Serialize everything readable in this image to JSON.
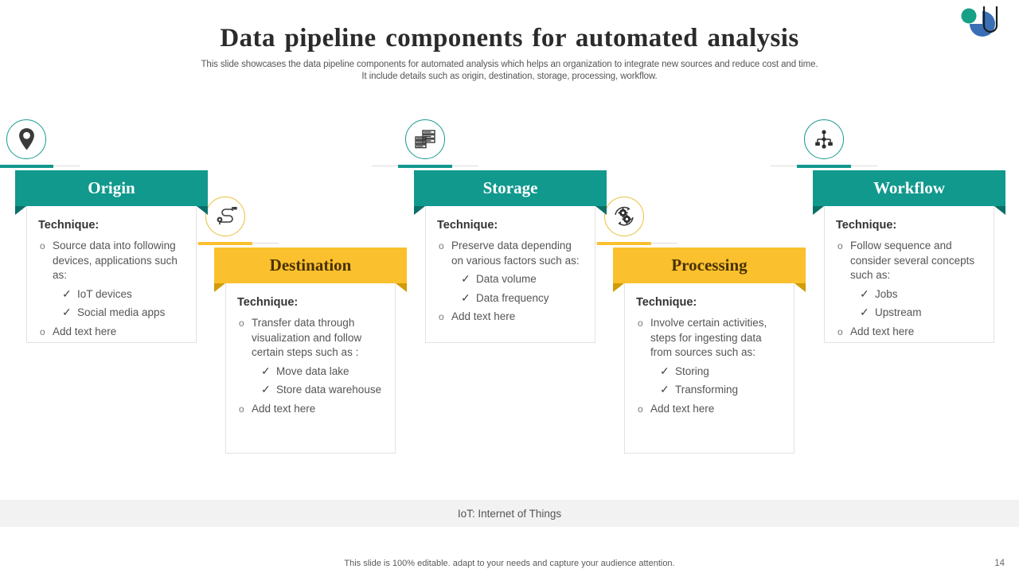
{
  "header": {
    "title": "Data pipeline components for automated analysis",
    "subtitle": "This slide showcases the data pipeline components for automated analysis which helps an organization to integrate new sources and reduce cost and time. It include details such as origin, destination, storage, processing, workflow."
  },
  "logo": {
    "name": "brand-logo",
    "teal": "#16a085",
    "blue": "#3a6fb5"
  },
  "theme": {
    "teal": "#11998e",
    "teal_dark": "#0b6f68",
    "amber": "#fbc02d",
    "amber_dark": "#d19c07",
    "amber_text": "#4a3205",
    "body_text": "#555555",
    "heading_text": "#333333"
  },
  "columns": [
    {
      "id": "origin",
      "title": "Origin",
      "color": "teal",
      "icon": "location-pin-icon",
      "technique_label": "Technique:",
      "items": [
        {
          "type": "main",
          "marker": "o",
          "text": "Source data into following devices, applications such as:"
        },
        {
          "type": "sub",
          "marker": "✓",
          "text": "IoT devices"
        },
        {
          "type": "sub",
          "marker": "✓",
          "text": "Social media apps"
        },
        {
          "type": "main",
          "marker": "o",
          "text": "Add text here"
        }
      ]
    },
    {
      "id": "destination",
      "title": "Destination",
      "color": "amber",
      "icon": "winding-path-flag-icon",
      "technique_label": "Technique:",
      "items": [
        {
          "type": "main",
          "marker": "o",
          "text": "Transfer data through visualization and follow certain steps such as :"
        },
        {
          "type": "sub",
          "marker": "✓",
          "text": "Move data lake"
        },
        {
          "type": "sub",
          "marker": "✓",
          "text": "Store data warehouse"
        },
        {
          "type": "main",
          "marker": "o",
          "text": "Add text here"
        }
      ]
    },
    {
      "id": "storage",
      "title": "Storage",
      "color": "teal",
      "icon": "database-stack-icon",
      "technique_label": "Technique:",
      "items": [
        {
          "type": "main",
          "marker": "o",
          "text": "Preserve data depending on various factors such as:"
        },
        {
          "type": "sub",
          "marker": "✓",
          "text": "Data volume"
        },
        {
          "type": "sub",
          "marker": "✓",
          "text": "Data frequency"
        },
        {
          "type": "main",
          "marker": "o",
          "text": "Add text here"
        }
      ]
    },
    {
      "id": "processing",
      "title": "Processing",
      "color": "amber",
      "icon": "gears-cycle-icon",
      "technique_label": "Technique:",
      "items": [
        {
          "type": "main",
          "marker": "o",
          "text": "Involve certain activities, steps for ingesting data from sources such as:"
        },
        {
          "type": "sub",
          "marker": "✓",
          "text": "Storing"
        },
        {
          "type": "sub",
          "marker": "✓",
          "text": "Transforming"
        },
        {
          "type": "main",
          "marker": "o",
          "text": "Add text here"
        }
      ]
    },
    {
      "id": "workflow",
      "title": "Workflow",
      "color": "teal",
      "icon": "node-hierarchy-icon",
      "technique_label": "Technique:",
      "items": [
        {
          "type": "main",
          "marker": "o",
          "text": "Follow sequence and consider several concepts such as:"
        },
        {
          "type": "sub",
          "marker": "✓",
          "text": "Jobs"
        },
        {
          "type": "sub",
          "marker": "✓",
          "text": "Upstream"
        },
        {
          "type": "main",
          "marker": "o",
          "text": "Add text here"
        }
      ]
    }
  ],
  "footer": {
    "legend": "IoT: Internet of Things",
    "editable_note": "This slide is 100% editable. adapt to your needs and capture your audience attention.",
    "page_number": "14"
  }
}
